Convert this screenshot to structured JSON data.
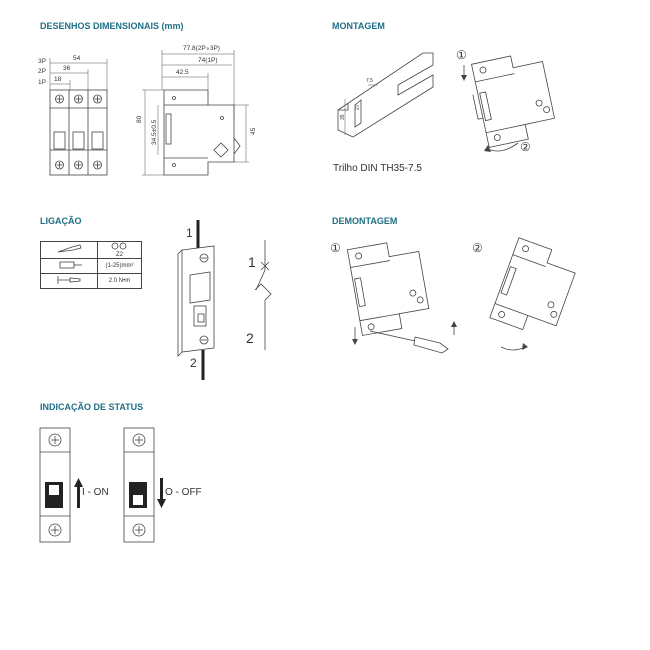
{
  "sections": {
    "dimensional": "DESENHOS DIMENSIONAIS (mm)",
    "mounting": "MONTAGEM",
    "connection": "LIGAÇÃO",
    "dismounting": "DEMONTAGEM",
    "status": "INDICAÇÃO DE STATUS"
  },
  "dimensions": {
    "pole_3p": "3P",
    "pole_2p": "2P",
    "pole_1p": "1P",
    "w_54": "54",
    "w_36": "36",
    "w_18": "18",
    "height_80": "80",
    "side_total": "77.8(2P∘3P)",
    "side_1p": "74(1P)",
    "side_425": "42.5",
    "side_345": "34.5±0.5",
    "side_45": "45"
  },
  "mounting": {
    "rail_label": "Trilho DIN TH35-7.5",
    "rail_d1": "7.5",
    "rail_d2": "35",
    "rail_d3": "27",
    "step1": "①",
    "step2": "②"
  },
  "connection": {
    "torque_head": "Z2",
    "cable_section": "(1-25)mm²",
    "torque_value": "2.0 N•m",
    "terminal_top": "1",
    "terminal_bottom": "2",
    "symbol_top": "1",
    "symbol_bottom": "2"
  },
  "dismounting": {
    "step1": "①",
    "step2": "②"
  },
  "status": {
    "on_label": "I - ON",
    "off_label": "O - OFF"
  },
  "colors": {
    "section_title": "#1f6f86",
    "line": "#444444"
  }
}
